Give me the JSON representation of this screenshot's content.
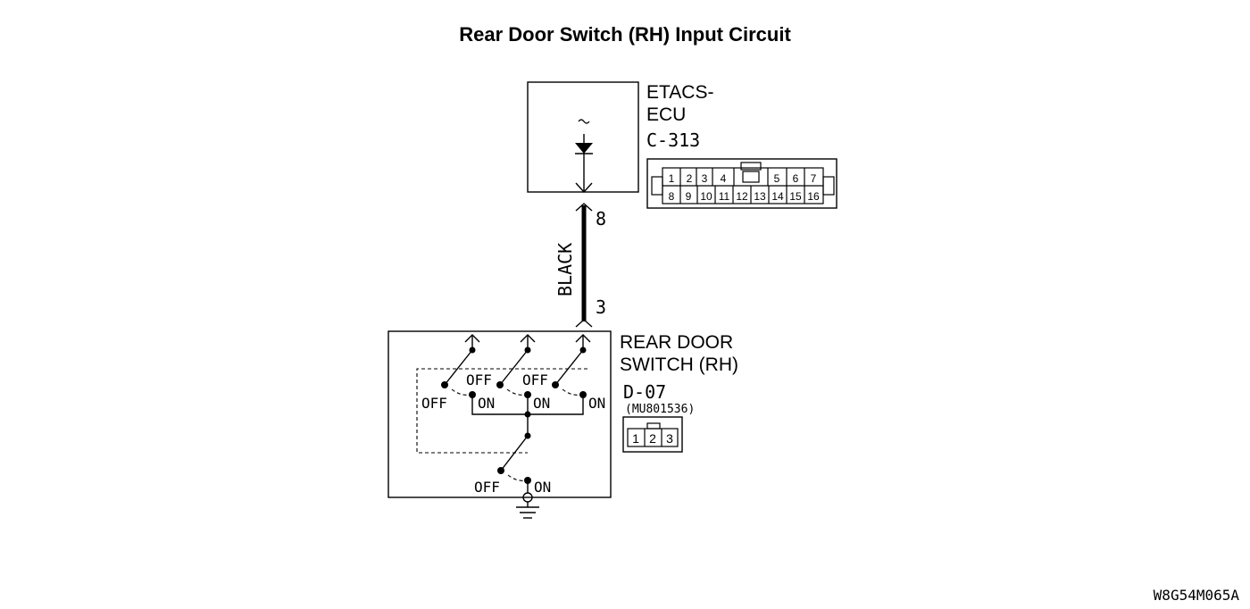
{
  "title": "Rear Door Switch (RH) Input Circuit",
  "ecu": {
    "name_line1": "ETACS-",
    "name_line2": "ECU",
    "connector": "C-313",
    "pins_top": [
      "1",
      "2",
      "3",
      "4",
      "5",
      "6",
      "7"
    ],
    "pins_bottom": [
      "8",
      "9",
      "10",
      "11",
      "12",
      "13",
      "14",
      "15",
      "16"
    ]
  },
  "wire": {
    "color": "BLACK",
    "pin_ecu": "8",
    "pin_switch": "3"
  },
  "switch": {
    "name_line1": "REAR DOOR",
    "name_line2": "SWITCH (RH)",
    "connector": "D-07",
    "part_number": "(MU801536)",
    "pins": [
      "1",
      "2",
      "3"
    ],
    "states": {
      "off": "OFF",
      "on": "ON"
    }
  },
  "footer_code": "W8G54M065A"
}
